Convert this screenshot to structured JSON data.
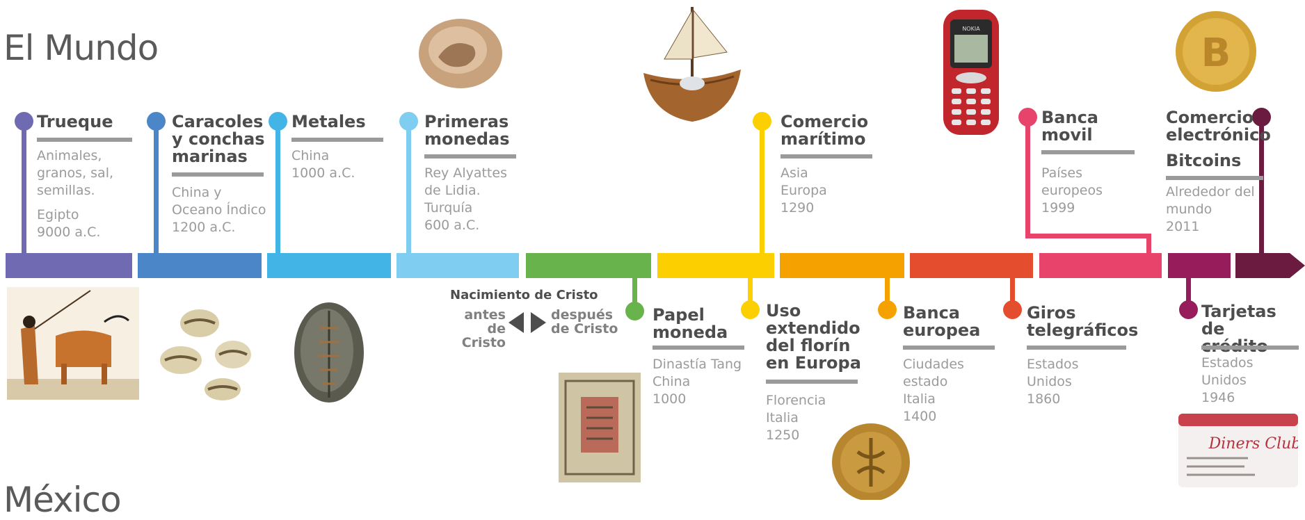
{
  "headings": {
    "world": "El Mundo",
    "mexico": "México"
  },
  "era": {
    "birth": "Nacimiento de Cristo",
    "before_1": "antes",
    "before_2": "de Cristo",
    "after_1": "después",
    "after_2": "de Cristo"
  },
  "events_top": [
    {
      "color": "#6f6ab1",
      "title": "Trueque",
      "detail": "Animales,\ngranos, sal,\nsemillas.",
      "detail2": "Egipto\n9000 a.C."
    },
    {
      "color": "#4a86c8",
      "title": "Caracoles\ny conchas\nmarinas",
      "detail": "China y\nOceano Índico\n1200 a.C."
    },
    {
      "color": "#42b5e6",
      "title": "Metales",
      "detail": "China\n1000 a.C."
    },
    {
      "color": "#80cdf2",
      "title": "Primeras\nmonedas",
      "detail": "Rey Alyattes\nde Lidia.\nTurquía\n600 a.C."
    },
    {
      "color": "#fcd000",
      "title": "Comercio\nmarítimo",
      "detail": "Asia\nEuropa\n1290"
    },
    {
      "color": "#e8436a",
      "title": "Banca\nmovil",
      "detail": "Países\neuropeos\n1999"
    },
    {
      "color": "#6b1a40",
      "title": "Comercio\nelectrónico",
      "title2": "Bitcoins",
      "detail": "Alrededor del\nmundo\n2011"
    }
  ],
  "events_bottom": [
    {
      "color": "#69b34c",
      "title": "Papel\nmoneda",
      "detail": "Dinastía Tang\nChina\n1000"
    },
    {
      "color": "#fcd000",
      "title": "Uso\nextendido\ndel florín\nen Europa",
      "detail": "Florencia\nItalia\n1250"
    },
    {
      "color": "#f5a100",
      "title": "Banca\neuropea",
      "detail": "Ciudades\nestado\nItalia\n1400"
    },
    {
      "color": "#e44d2e",
      "title": "Giros\ntelegráficos",
      "detail": "Estados\nUnidos\n1860"
    },
    {
      "color": "#961c5b",
      "title": "Tarjetas de\ncrédito",
      "detail": "Estados\nUnidos\n1946"
    }
  ],
  "images": {
    "phone_brand": "NOKIA",
    "card_brand": "Diners Club"
  },
  "colors": {
    "segments": [
      "#6f6ab1",
      "#4a86c8",
      "#42b5e6",
      "#80cdf2",
      "#69b34c",
      "#fcd000",
      "#f5a100",
      "#e44d2e",
      "#e8436a",
      "#961c5b",
      "#6b1a40"
    ]
  }
}
